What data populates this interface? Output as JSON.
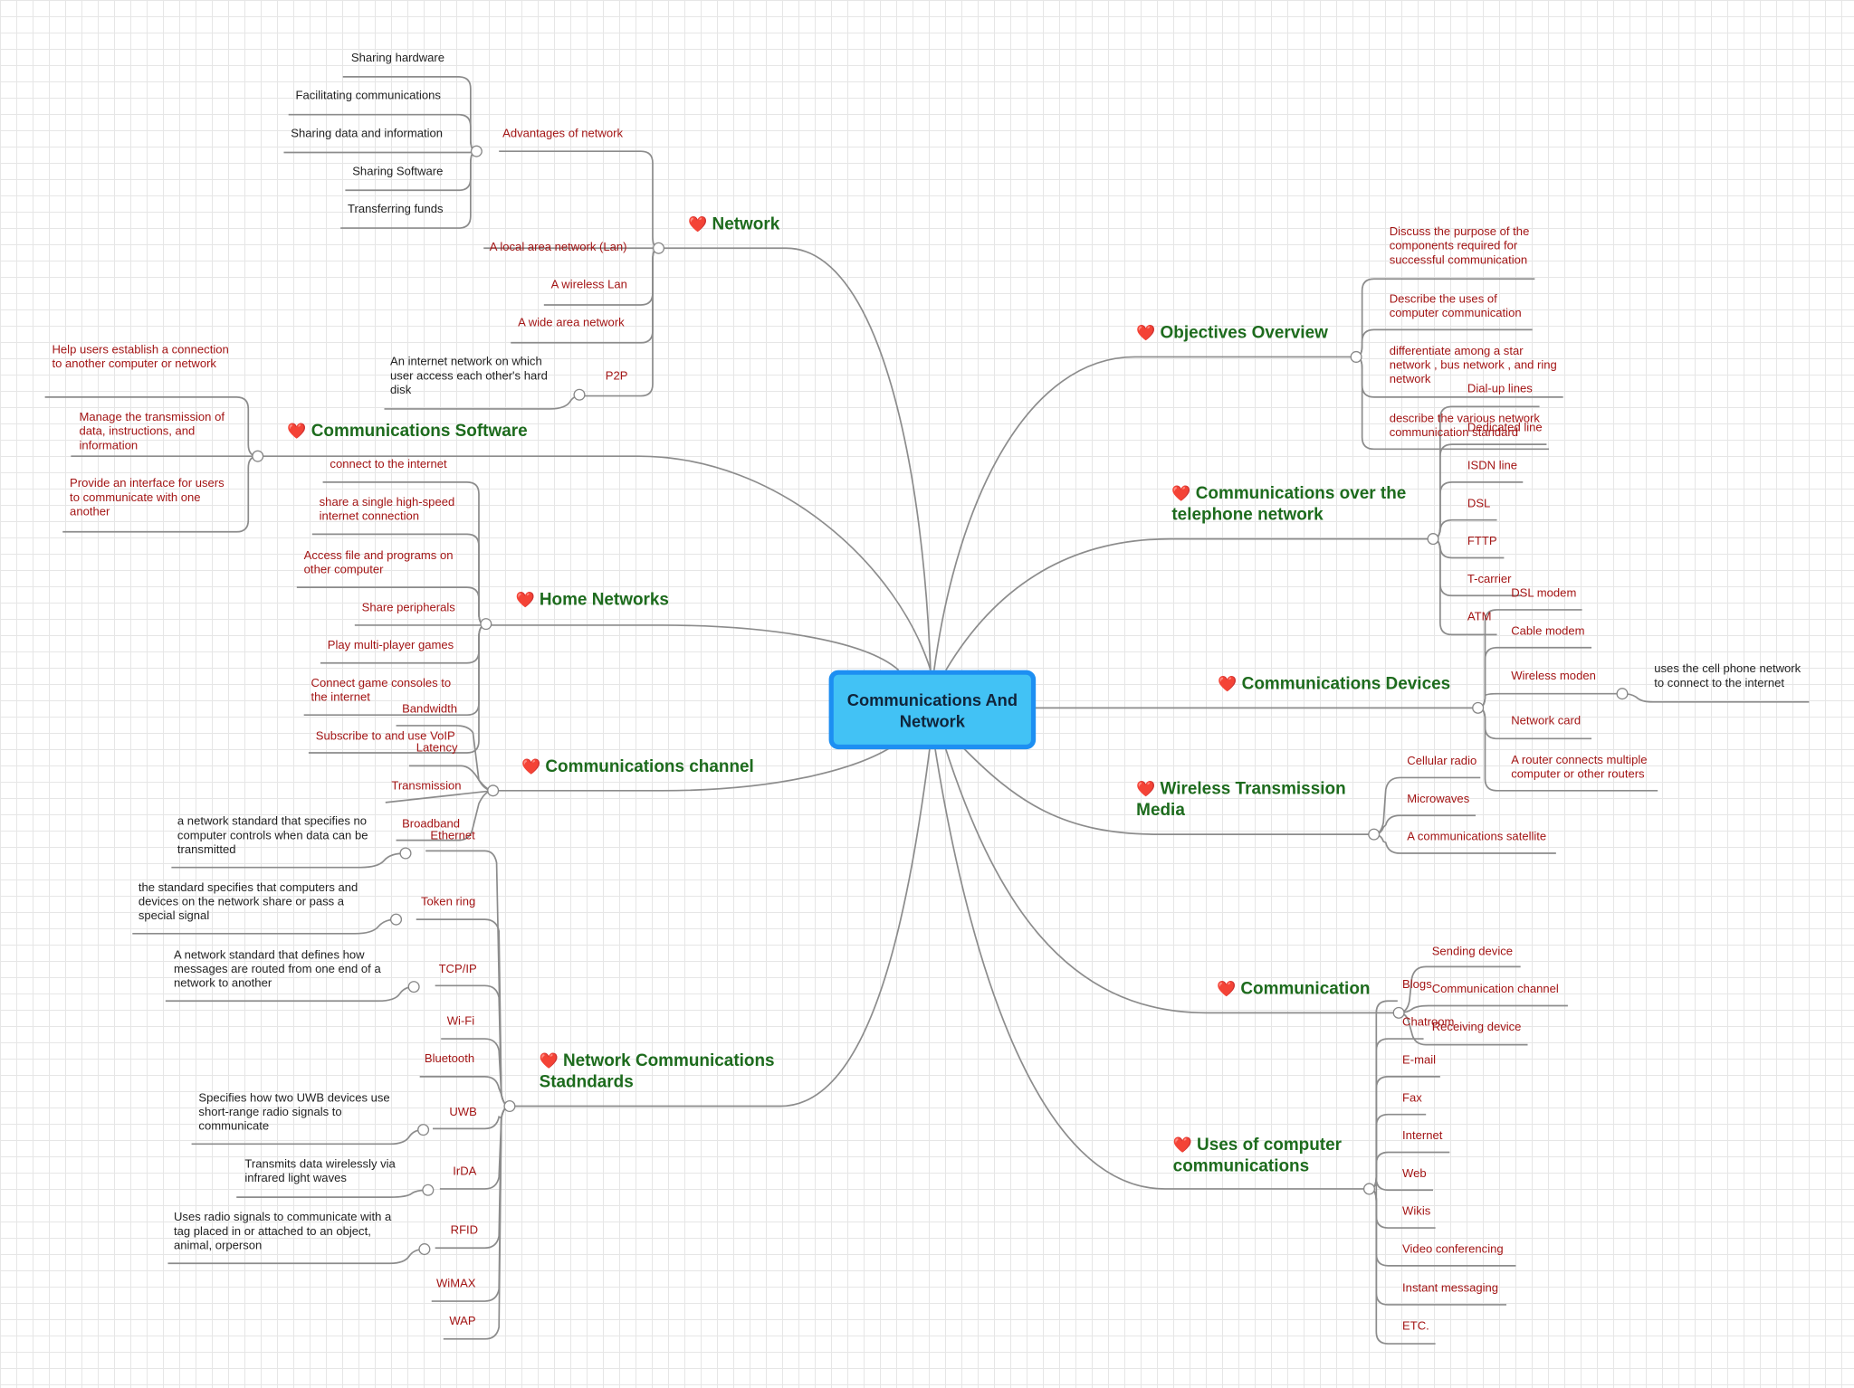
{
  "root": {
    "label": "Communications And Network"
  },
  "branches": [
    {
      "label": "Network",
      "leaves": [
        "Advantages of network",
        "A local area network (Lan)",
        "A wireless Lan",
        "A wide area network",
        "P2P"
      ]
    },
    {
      "label": "Communications Software",
      "leaves": [
        "Help users establish a connection to another computer or network",
        "Manage the transmission of data, instructions, and information",
        "Provide an interface for users to communicate with one another"
      ]
    },
    {
      "label": "Home Networks",
      "leaves": [
        "connect to the internet",
        "share a single high-speed internet connection",
        "Access file and programs on other computer",
        "Share peripherals",
        "Play multi-player games",
        "Connect game consoles to the internet",
        "Subscribe to and use VoIP"
      ]
    },
    {
      "label": "Communications channel",
      "leaves": [
        "Bandwidth",
        "Latency",
        "Transmission",
        "Broadband"
      ]
    },
    {
      "label": "Network Communications Stadndards",
      "leaves": [
        "Ethernet",
        "Token ring",
        "TCP/IP",
        "Wi-Fi",
        "Bluetooth",
        "UWB",
        "IrDA",
        "RFID",
        "WiMAX",
        "WAP"
      ]
    },
    {
      "label": "Objectives Overview",
      "leaves": [
        "Discuss the purpose of the components required for successful communication",
        "Describe the uses of computer communication",
        "differentiate among a star network , bus network , and ring network",
        "describe the various network communication standard"
      ]
    },
    {
      "label": "Communications over the telephone network",
      "leaves": [
        "Dial-up lines",
        "Dedicated line",
        "ISDN line",
        "DSL",
        "FTTP",
        "T-carrier",
        "ATM"
      ]
    },
    {
      "label": "Communications Devices",
      "leaves": [
        "DSL modem",
        "Cable modem",
        "Wireless moden",
        "Network card",
        "A router connects multiple computer or other routers"
      ]
    },
    {
      "label": "Wireless Transmission Media",
      "leaves": [
        "Cellular radio",
        "Microwaves",
        "A communications satellite"
      ]
    },
    {
      "label": "Communication",
      "leaves": [
        "Sending device",
        "Communication channel",
        "Receiving device"
      ]
    },
    {
      "label": "Uses of computer communications",
      "leaves": [
        "Blogs",
        "Chatroom",
        "E-mail",
        "Fax",
        "Internet",
        "Web",
        "Wikis",
        "Video conferencing",
        "Instant messaging",
        "ETC."
      ]
    }
  ],
  "details": {
    "advantages": [
      "Sharing hardware",
      "Facilitating communications",
      "Sharing data and information",
      "Sharing Software",
      "Transferring funds"
    ],
    "p2p": "An internet network on which user access each other's hard disk",
    "ethernet": "a network standard that specifies no computer controls when data can be transmitted",
    "token_ring": "the standard specifies that computers and devices on the network share or pass a special signal",
    "tcpip": "A network standard that defines how messages are routed from one end of a network to another",
    "uwb": "Specifies how two UWB devices use short-range radio signals to communicate",
    "irda": "Transmits data wirelessly via infrared light waves",
    "rfid": "Uses radio signals to communicate with a tag placed in or attached to an object, animal, orperson",
    "wireless_modem": "uses the cell phone network to connect to the internet"
  },
  "icon": "heart-icon",
  "colors": {
    "center_fill": "#42c2f5",
    "center_border": "#1d8ff2",
    "branch_text": "#1d6b1d",
    "leaf_text": "#a31515",
    "line": "#8c8c8c"
  }
}
